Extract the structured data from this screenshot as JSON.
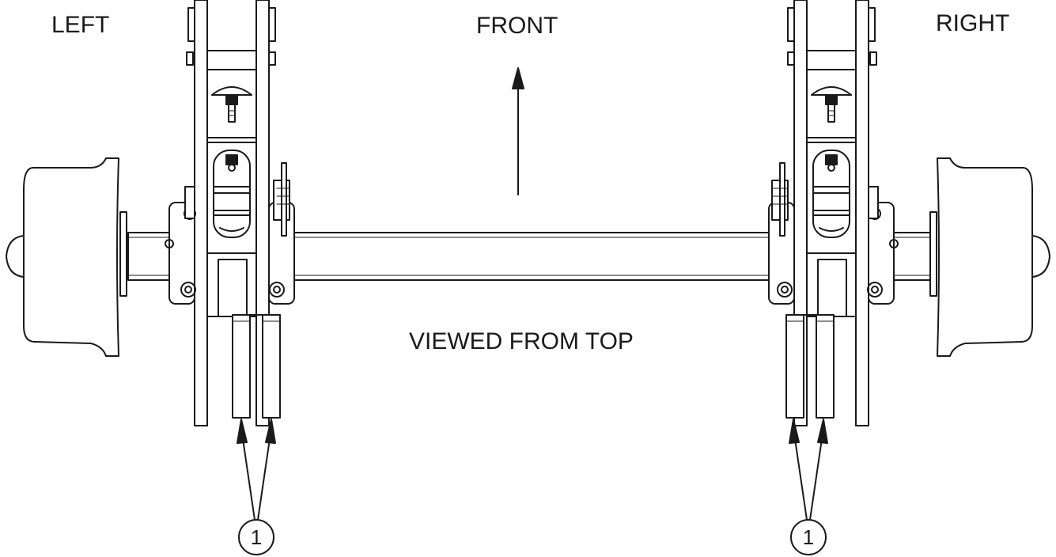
{
  "labels": {
    "left": "LEFT",
    "front": "FRONT",
    "right": "RIGHT",
    "view": "VIEWED FROM TOP"
  },
  "callouts": {
    "left": "1",
    "right": "1"
  },
  "colors": {
    "ink": "#1a1a1a",
    "background": "#ffffff"
  }
}
